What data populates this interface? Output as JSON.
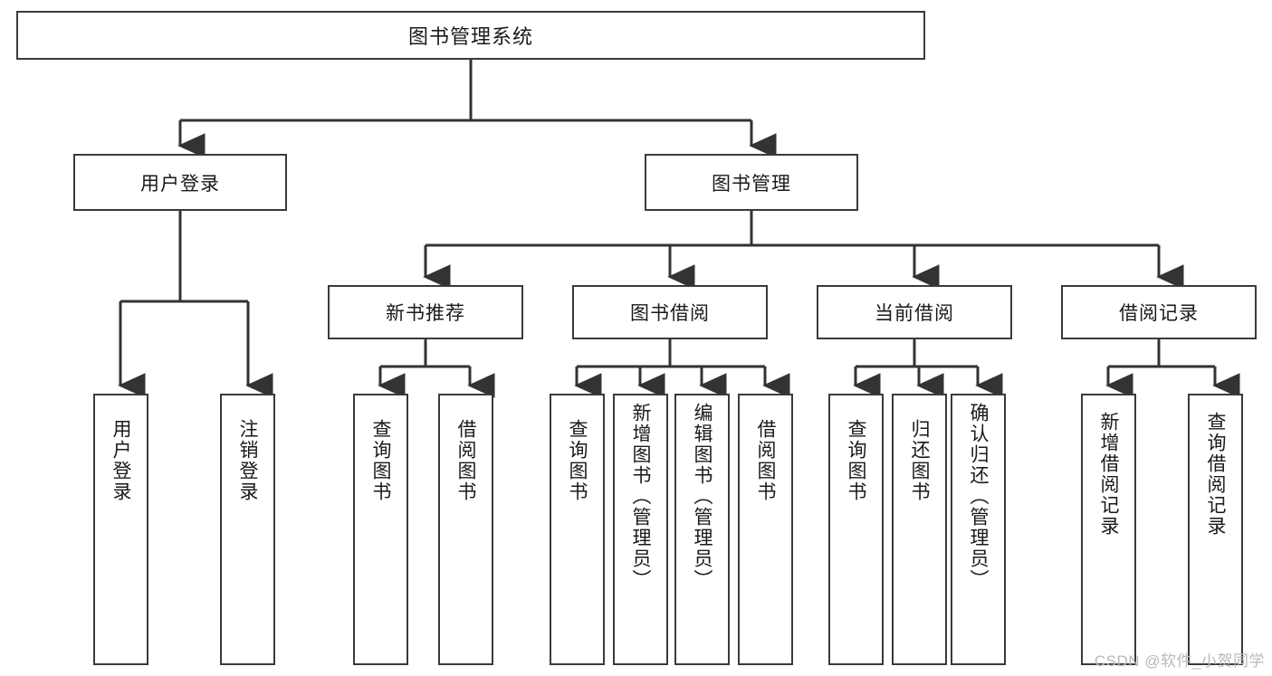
{
  "diagram": {
    "type": "tree-hierarchy",
    "title": "图书管理系统",
    "root": {
      "label": "图书管理系统",
      "id": "root"
    },
    "level2": [
      {
        "id": "user-login",
        "label": "用户登录"
      },
      {
        "id": "book-manage",
        "label": "图书管理"
      }
    ],
    "level3": [
      {
        "id": "new-book-recommend",
        "label": "新书推荐",
        "parent": "book-manage"
      },
      {
        "id": "book-borrow",
        "label": "图书借阅",
        "parent": "book-manage"
      },
      {
        "id": "current-borrow",
        "label": "当前借阅",
        "parent": "book-manage"
      },
      {
        "id": "borrow-record",
        "label": "借阅记录",
        "parent": "book-manage"
      }
    ],
    "leaves": [
      {
        "id": "leaf-user-login",
        "label": "用户登录",
        "parent": "user-login"
      },
      {
        "id": "leaf-logout-login",
        "label": "注销登录",
        "parent": "user-login"
      },
      {
        "id": "leaf-query-book-1",
        "label": "查询图书",
        "parent": "new-book-recommend"
      },
      {
        "id": "leaf-borrow-book-1",
        "label": "借阅图书",
        "parent": "new-book-recommend"
      },
      {
        "id": "leaf-query-book-2",
        "label": "查询图书",
        "parent": "book-borrow"
      },
      {
        "id": "leaf-add-book",
        "label": "新增图书（管理员）",
        "parent": "book-borrow"
      },
      {
        "id": "leaf-edit-book",
        "label": "编辑图书（管理员）",
        "parent": "book-borrow"
      },
      {
        "id": "leaf-borrow-book-2",
        "label": "借阅图书",
        "parent": "book-borrow"
      },
      {
        "id": "leaf-query-book-3",
        "label": "查询图书",
        "parent": "current-borrow"
      },
      {
        "id": "leaf-return-book",
        "label": "归还图书",
        "parent": "current-borrow"
      },
      {
        "id": "leaf-confirm-return",
        "label": "确认归还（管理员）",
        "parent": "current-borrow"
      },
      {
        "id": "leaf-add-record",
        "label": "新增借阅记录",
        "parent": "borrow-record"
      },
      {
        "id": "leaf-query-record",
        "label": "查询借阅记录",
        "parent": "borrow-record"
      }
    ],
    "colors": {
      "box_border": "#3a3a3a",
      "box_fill": "#ffffff",
      "connector": "#333333",
      "text": "#1a1a1a",
      "watermark": "#b9b9b9"
    }
  },
  "watermark": {
    "text": "CSDN @软件_小贺同学"
  }
}
